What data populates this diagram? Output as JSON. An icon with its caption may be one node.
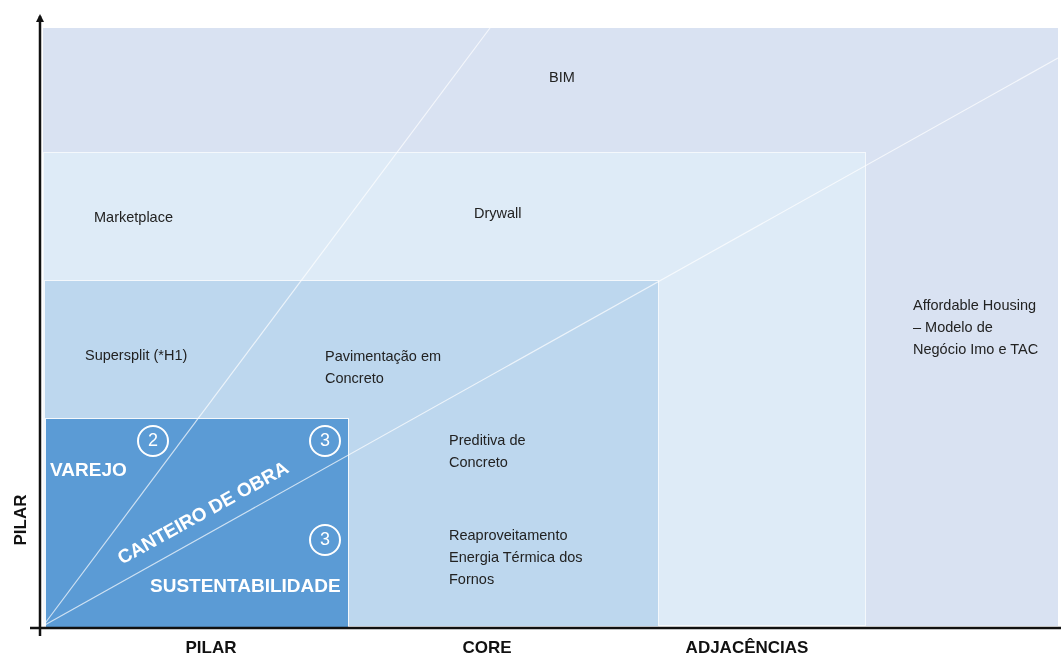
{
  "diagram": {
    "nodes": [
      {
        "text": [
          "BIM",
          "Affordable Housing – Modelo de Negócio Imo e TAC"
        ]
      },
      {
        "text": [
          "Marketplace",
          "Drywall"
        ],
        "in": 0
      },
      {
        "text": [
          "Supersplit (*H1)",
          "Pavimentação em Concreto",
          "Preditiva de Concreto",
          "Reaproveitamento Energia Térmica dos Fornos"
        ],
        "in": 1
      },
      {
        "text": [
          "VAREJO",
          "CANTEIRO DE OBRA",
          "SUSTENTABILIDADE"
        ],
        "in": 2
      },
      {
        "text": [
          "2"
        ],
        "in": 3
      },
      {
        "text": [
          "3"
        ],
        "in": 3
      },
      {
        "text": [
          "3"
        ],
        "in": 3
      }
    ],
    "edges": [],
    "labels": [
      "PILAR",
      "PILAR",
      "CORE",
      "ADJACÊNCIAS"
    ]
  }
}
